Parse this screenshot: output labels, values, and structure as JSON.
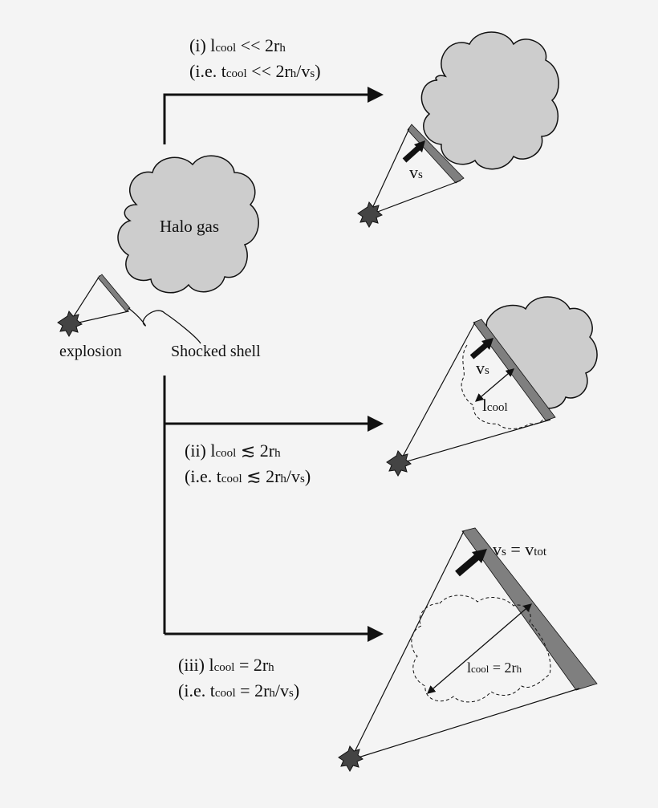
{
  "labels": {
    "halo_gas": "Halo gas",
    "explosion": "explosion",
    "shocked_shell": "Shocked shell"
  },
  "case_i": {
    "line1_prefix": "(i) l",
    "line1_sub1": "cool",
    "line1_mid": " << 2r",
    "line1_sub2": "h",
    "line2_prefix": "(i.e. t",
    "line2_sub1": "cool",
    "line2_mid": " << 2r",
    "line2_sub2": "h",
    "line2_mid2": "/v",
    "line2_sub3": "s",
    "line2_end": ")",
    "velocity_main": "v",
    "velocity_sub": "s"
  },
  "case_ii": {
    "line1_prefix": "(ii) l",
    "line1_sub1": "cool",
    "line1_mid": " ≲ 2r",
    "line1_sub2": "h",
    "line2_prefix": "(i.e. t",
    "line2_sub1": "cool",
    "line2_mid": " ≲ 2r",
    "line2_sub2": "h",
    "line2_mid2": "/v",
    "line2_sub3": "s",
    "line2_end": ")",
    "velocity_main": "v",
    "velocity_sub": "s",
    "lcool_main": "l",
    "lcool_sub": "cool"
  },
  "case_iii": {
    "line1_prefix": "(iii) l",
    "line1_sub1": "cool",
    "line1_mid": " = 2r",
    "line1_sub2": "h",
    "line2_prefix": "(i.e. t",
    "line2_sub1": "cool",
    "line2_mid": " = 2r",
    "line2_sub2": "h",
    "line2_mid2": "/v",
    "line2_sub3": "s",
    "line2_end": ")",
    "velocity_main": "v",
    "velocity_sub": "s",
    "velocity_eq": " = v",
    "velocity_sub2": "tot",
    "lcool_main": "l",
    "lcool_sub": "cool",
    "lcool_mid": " = 2r",
    "lcool_sub2": "h"
  },
  "colors": {
    "cloud_fill": "#cdcdcd",
    "shell_fill": "#7f7f7f",
    "ink": "#111111",
    "background": "#f4f4f4"
  }
}
